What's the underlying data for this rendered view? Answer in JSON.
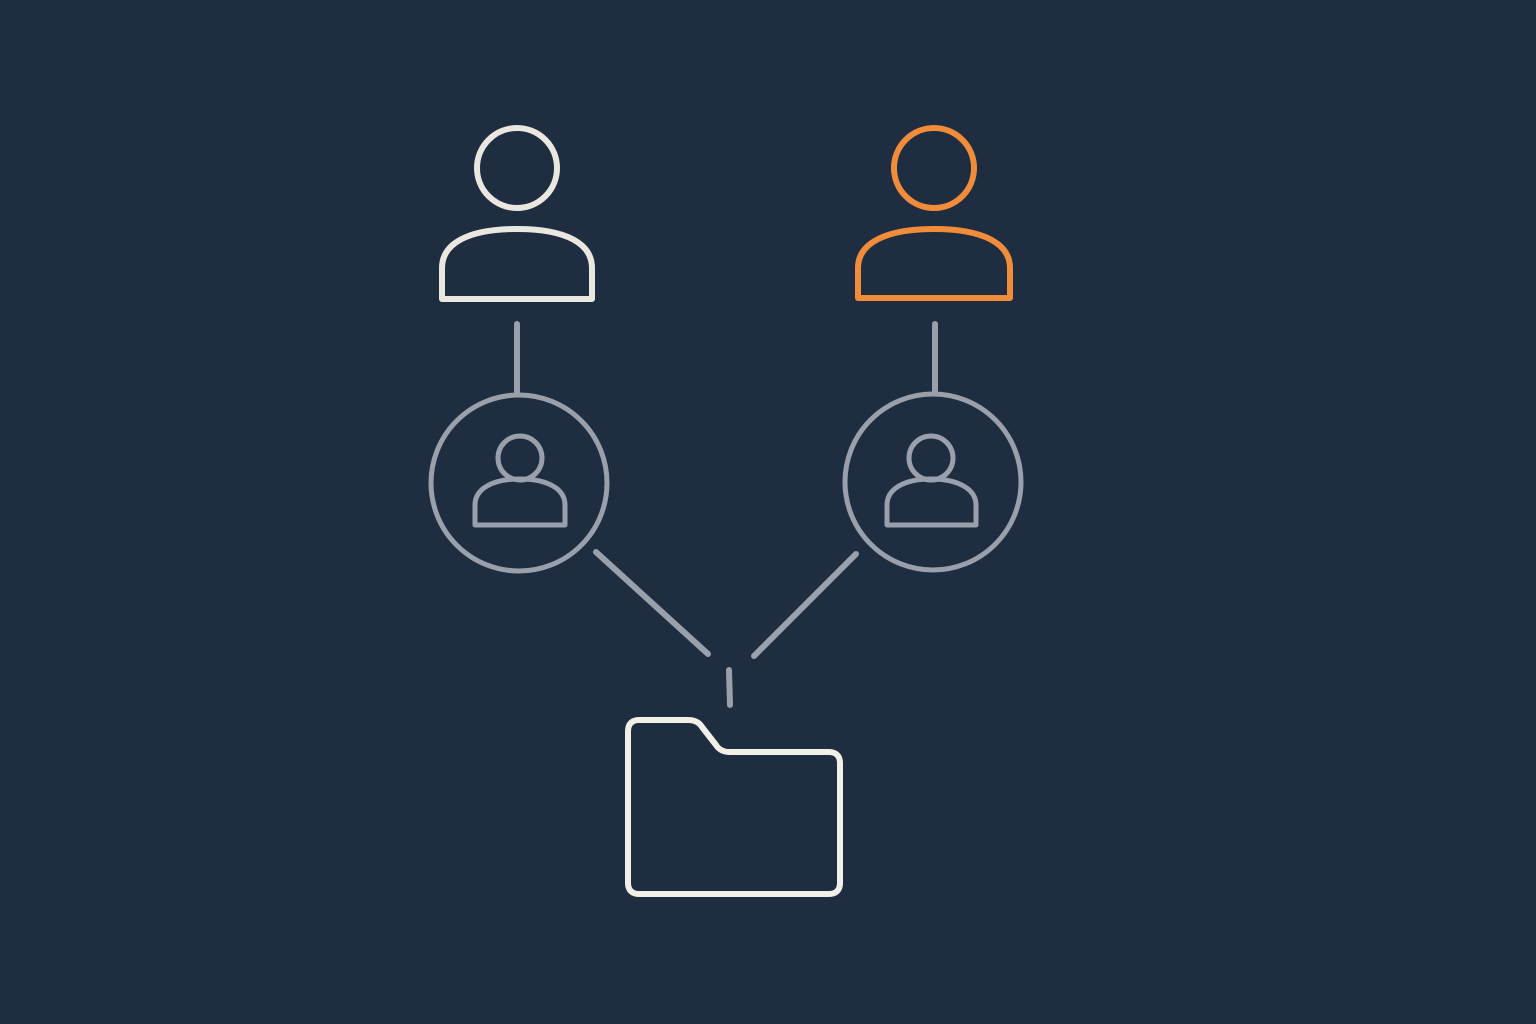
{
  "diagram": {
    "background": "#1f2d40",
    "colors": {
      "neutral_user": "#eae6e0",
      "accent_user": "#f08c3a",
      "member_circle": "#9aa0ab",
      "connector": "#9aa0ab",
      "folder": "#f2eee8"
    },
    "nodes": [
      {
        "id": "top-left-user",
        "icon": "user-icon",
        "style": "neutral"
      },
      {
        "id": "top-right-user",
        "icon": "user-icon",
        "style": "accent"
      },
      {
        "id": "left-member",
        "icon": "user-circle-icon"
      },
      {
        "id": "right-member",
        "icon": "user-circle-icon"
      },
      {
        "id": "shared-folder",
        "icon": "folder-icon"
      }
    ],
    "edges": [
      {
        "from": "top-left-user",
        "to": "left-member"
      },
      {
        "from": "top-right-user",
        "to": "right-member"
      },
      {
        "from": "left-member",
        "to": "shared-folder"
      },
      {
        "from": "right-member",
        "to": "shared-folder"
      }
    ]
  }
}
